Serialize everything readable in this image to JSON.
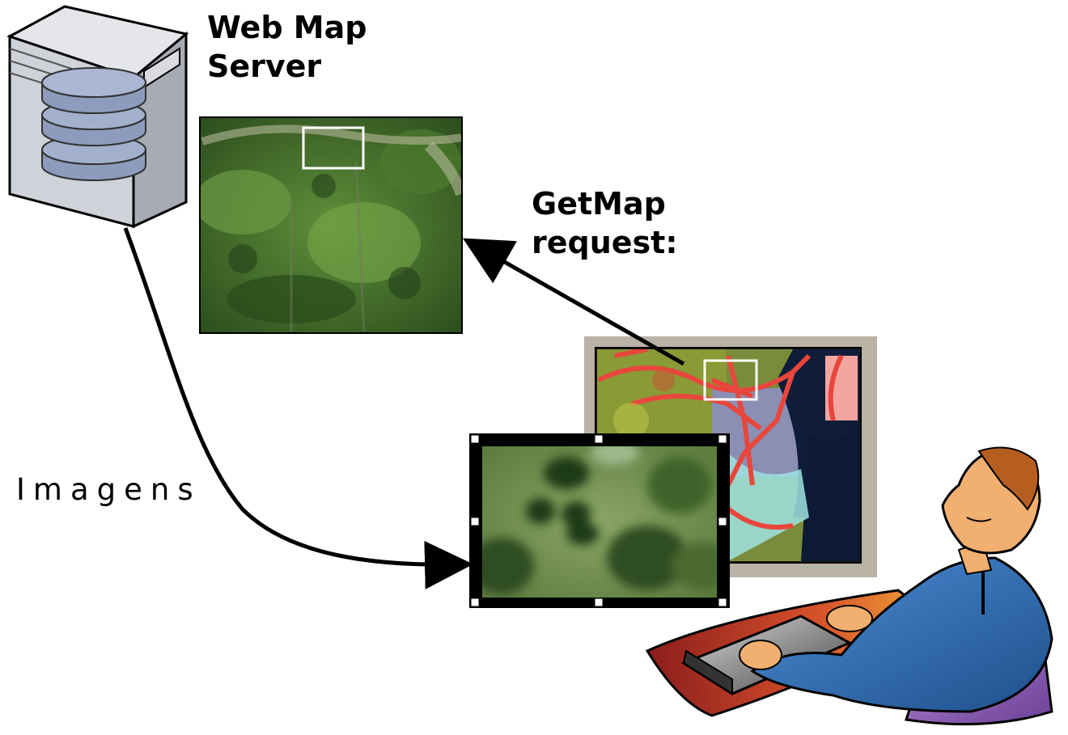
{
  "server": {
    "title_line1": "Web Map",
    "title_line2": "Server"
  },
  "request": {
    "label_line1": "GetMap",
    "label_line2": "request:"
  },
  "response": {
    "label": "Imagens"
  },
  "colors": {
    "server_body": "#c9cbd1",
    "database": "#8d9bbd",
    "forest": "#3f6b2a",
    "road": "#e8463c",
    "frame": "#b9b2a6",
    "person_shirt": "#2f6bb0",
    "desk": "#c9452a"
  },
  "icons": [
    "server-icon",
    "database-icon",
    "person-icon",
    "laptop-icon"
  ]
}
